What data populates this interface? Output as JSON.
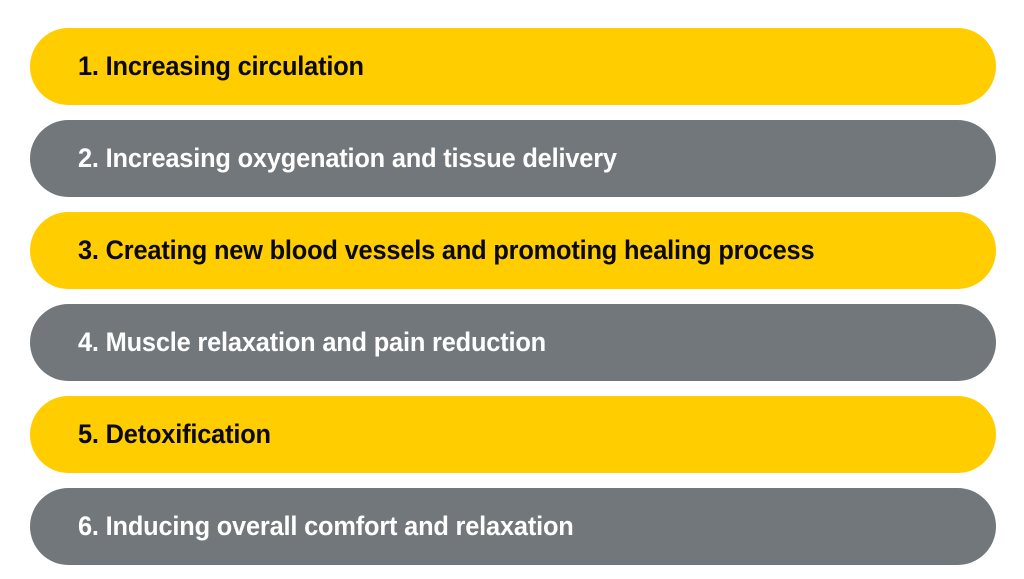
{
  "diagram": {
    "type": "rounded-pill-list",
    "background_color": "#ffffff",
    "accent_color": "#ffcd00",
    "neutral_color": "#71777a",
    "accent_text_color": "#0a0a0a",
    "neutral_text_color": "#ffffff",
    "items": [
      {
        "number": "1.",
        "text": "1. Increasing circulation",
        "style": "accent"
      },
      {
        "number": "2.",
        "text": "2. Increasing oxygenation and tissue delivery",
        "style": "neutral"
      },
      {
        "number": "3.",
        "text": "3. Creating new blood vessels and promoting healing process",
        "style": "accent"
      },
      {
        "number": "4.",
        "text": "4. Muscle relaxation and pain reduction",
        "style": "neutral"
      },
      {
        "number": "5.",
        "text": "5. Detoxification",
        "style": "accent"
      },
      {
        "number": "6.",
        "text": "6. Inducing overall comfort and relaxation",
        "style": "neutral"
      }
    ]
  }
}
